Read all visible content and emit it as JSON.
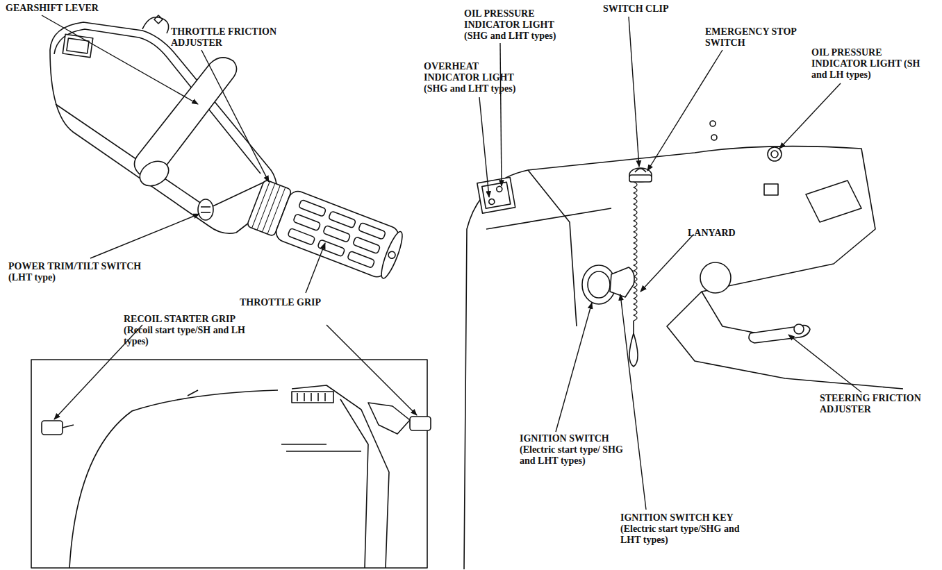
{
  "diagram": {
    "labels": [
      "GEARSHIFT LEVER",
      "THROTTLE FRICTION ADJUSTER",
      "POWER TRIM/TILT SWITCH (LHT type)",
      "THROTTLE GRIP",
      "RECOIL STARTER GRIP (Recoil start type/SH and LH types)",
      "OIL PRESSURE INDICATOR LIGHT (SHG and LHT types)",
      "OVERHEAT INDICATOR LIGHT (SHG and LHT types)",
      "SWITCH CLIP",
      "EMERGENCY STOP SWITCH",
      "OIL PRESSURE INDICATOR LIGHT (SH and LH types)",
      "LANYARD",
      "STEERING FRICTION ADJUSTER",
      "IGNITION SWITCH (Electric start type/ SHG and LHT types)",
      "IGNITION SWITCH KEY (Electric start type/SHG and LHT types)"
    ]
  }
}
